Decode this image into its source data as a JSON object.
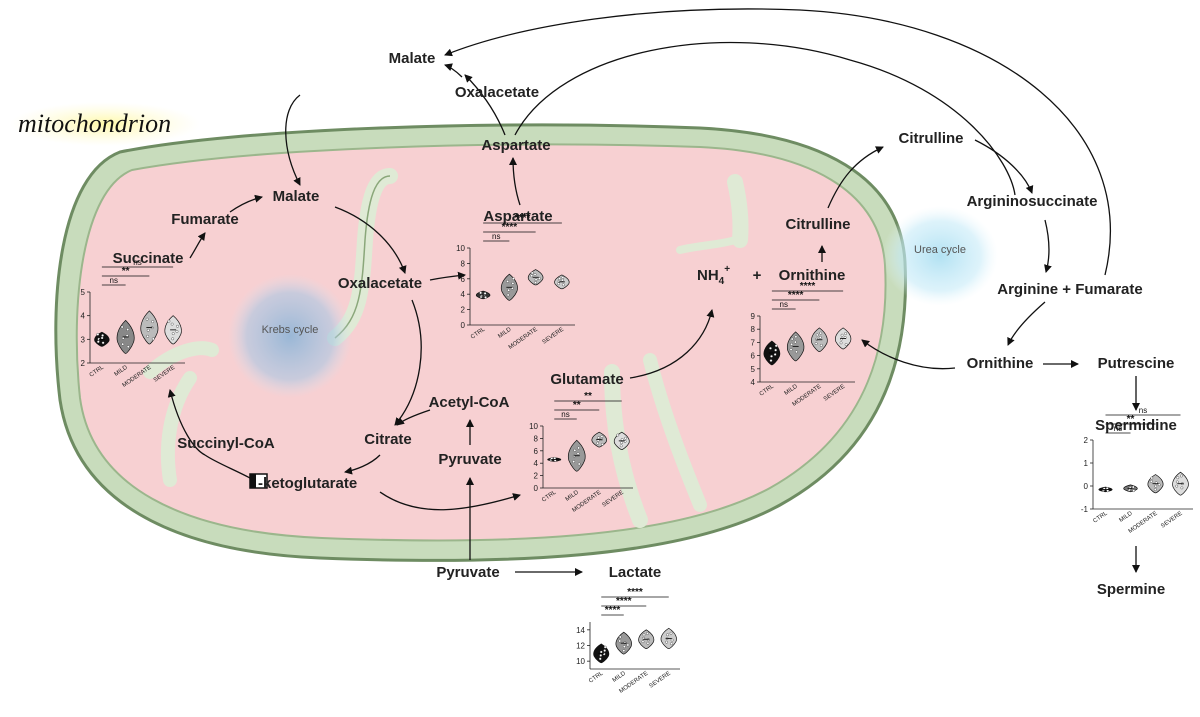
{
  "title": "mitochondrion",
  "cycles": {
    "krebs": "Krebs cycle",
    "urea": "Urea cycle"
  },
  "metabolites": {
    "malate_cyto": "Malate",
    "oxalacetate_cyto": "Oxalacetate",
    "aspartate_cyto": "Aspartate",
    "citrulline_cyto": "Citrulline",
    "argininosuccinate": "Argininosuccinate",
    "arginine_fumarate": "Arginine + Fumarate",
    "ornithine_cyto": "Ornithine",
    "putrescine": "Putrescine",
    "spermidine": "Spermidine",
    "spermine": "Spermine",
    "malate_mito": "Malate",
    "fumarate": "Fumarate",
    "succinate": "Succinate",
    "oxalacetate_mito": "Oxalacetate",
    "aspartate_mito": "Aspartate",
    "citrulline_mito": "Citrulline",
    "nh4": "NH",
    "nh4_sub": "4",
    "nh4_sup": "+",
    "plus": "+",
    "ornithine_mito": "Ornithine",
    "glutamate": "Glutamate",
    "acetyl_coa": "Acetyl-CoA",
    "citrate": "Citrate",
    "succinyl_coa": "Succinyl-CoA",
    "akg": "-ketoglutarate",
    "pyruvate_mito": "Pyruvate",
    "pyruvate_cyto": "Pyruvate",
    "lactate": "Lactate"
  },
  "chart_data": [
    {
      "id": "succinate",
      "type": "violin",
      "categories": [
        "CTRL",
        "MILD",
        "MODERATE",
        "SEVERE"
      ],
      "ylim": [
        2,
        5
      ],
      "yticks": [
        2,
        3,
        4,
        5
      ],
      "values": [
        3.0,
        3.1,
        3.5,
        3.4
      ],
      "spread": [
        0.3,
        0.7,
        0.7,
        0.6
      ],
      "colors": [
        "#111111",
        "#888888",
        "#bbbbbb",
        "#dddddd"
      ],
      "comparisons": [
        {
          "from": 0,
          "to": 1,
          "label": "ns"
        },
        {
          "from": 0,
          "to": 2,
          "label": "**"
        },
        {
          "from": 0,
          "to": 3,
          "label": "ns"
        }
      ]
    },
    {
      "id": "aspartate",
      "type": "violin",
      "categories": [
        "CTRL",
        "MILD",
        "MODERATE",
        "SEVERE"
      ],
      "ylim": [
        0,
        10
      ],
      "yticks": [
        0,
        2,
        4,
        6,
        8,
        10
      ],
      "values": [
        3.9,
        4.9,
        6.2,
        5.6
      ],
      "spread": [
        0.5,
        1.7,
        1.0,
        0.9
      ],
      "colors": [
        "#333333",
        "#999999",
        "#bbbbbb",
        "#cccccc"
      ],
      "comparisons": [
        {
          "from": 0,
          "to": 1,
          "label": "ns"
        },
        {
          "from": 0,
          "to": 2,
          "label": "****"
        },
        {
          "from": 0,
          "to": 3,
          "label": "****"
        }
      ]
    },
    {
      "id": "ornithine",
      "type": "violin",
      "categories": [
        "CTRL",
        "MILD",
        "MODERATE",
        "SEVERE"
      ],
      "ylim": [
        4,
        9
      ],
      "yticks": [
        4,
        5,
        6,
        7,
        8,
        9
      ],
      "values": [
        6.2,
        6.7,
        7.2,
        7.3
      ],
      "spread": [
        0.9,
        1.1,
        0.9,
        0.8
      ],
      "colors": [
        "#111111",
        "#999999",
        "#bbbbbb",
        "#dddddd"
      ],
      "comparisons": [
        {
          "from": 0,
          "to": 1,
          "label": "ns"
        },
        {
          "from": 0,
          "to": 2,
          "label": "****"
        },
        {
          "from": 0,
          "to": 3,
          "label": "****"
        }
      ]
    },
    {
      "id": "glutamate",
      "type": "violin",
      "categories": [
        "CTRL",
        "MILD",
        "MODERATE",
        "SEVERE"
      ],
      "ylim": [
        0,
        10
      ],
      "yticks": [
        0,
        2,
        4,
        6,
        8,
        10
      ],
      "values": [
        4.6,
        5.2,
        7.8,
        7.6
      ],
      "spread": [
        0.3,
        2.5,
        1.2,
        1.4
      ],
      "colors": [
        "#111111",
        "#999999",
        "#bbbbbb",
        "#dddddd"
      ],
      "comparisons": [
        {
          "from": 0,
          "to": 1,
          "label": "ns"
        },
        {
          "from": 0,
          "to": 2,
          "label": "**"
        },
        {
          "from": 0,
          "to": 3,
          "label": "**"
        }
      ]
    },
    {
      "id": "spermidine",
      "type": "violin",
      "categories": [
        "CTRL",
        "MILD",
        "MODERATE",
        "SEVERE"
      ],
      "ylim": [
        -1,
        2
      ],
      "yticks": [
        -1,
        0,
        1,
        2
      ],
      "values": [
        -0.15,
        -0.1,
        0.1,
        0.1
      ],
      "spread": [
        0.1,
        0.15,
        0.4,
        0.5
      ],
      "colors": [
        "#111111",
        "#777777",
        "#bbbbbb",
        "#dddddd"
      ],
      "comparisons": [
        {
          "from": 0,
          "to": 1,
          "label": "ns"
        },
        {
          "from": 0,
          "to": 2,
          "label": "**"
        },
        {
          "from": 0,
          "to": 3,
          "label": "ns"
        }
      ]
    },
    {
      "id": "lactate",
      "type": "violin",
      "categories": [
        "CTRL",
        "MILD",
        "MODERATE",
        "SEVERE"
      ],
      "ylim": [
        9,
        15
      ],
      "yticks": [
        10,
        12,
        14
      ],
      "values": [
        11.0,
        12.3,
        12.8,
        12.9
      ],
      "spread": [
        1.2,
        1.4,
        1.2,
        1.3
      ],
      "colors": [
        "#111111",
        "#999999",
        "#bbbbbb",
        "#cccccc"
      ],
      "comparisons": [
        {
          "from": 0,
          "to": 1,
          "label": "****"
        },
        {
          "from": 0,
          "to": 2,
          "label": "****"
        },
        {
          "from": 0,
          "to": 3,
          "label": "****"
        }
      ]
    }
  ]
}
